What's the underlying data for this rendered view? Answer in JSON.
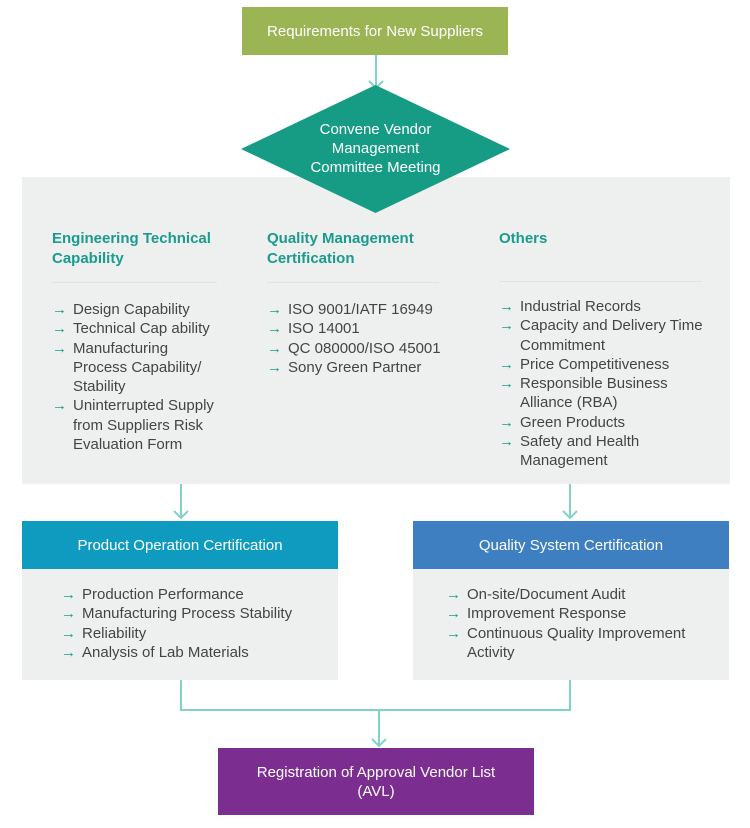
{
  "colors": {
    "start": "#9bb555",
    "diamond": "#169c85",
    "panel": "#eef0ef",
    "teal_box": "#0f9bbf",
    "blue_box": "#3e7fc1",
    "purple_box": "#7b2e8f",
    "connector": "#82d3c6",
    "accent_text": "#1a9b8d"
  },
  "nodes": {
    "start": "Requirements for New Suppliers",
    "decision_lines": [
      "Convene Vendor",
      "Management",
      "Committee Meeting"
    ],
    "product_cert": "Product Operation Certification",
    "quality_cert": "Quality System Certification",
    "end_lines": [
      "Registration of Approval Vendor List",
      "(AVL)"
    ]
  },
  "columns": [
    {
      "title_lines": [
        "Engineering Technical",
        "Capability"
      ],
      "items": [
        [
          "Design Capability"
        ],
        [
          "Technical Cap ability"
        ],
        [
          "Manufacturing",
          "Process Capability/",
          "Stability"
        ],
        [
          "Uninterrupted Supply",
          "from Suppliers Risk",
          "Evaluation Form"
        ]
      ]
    },
    {
      "title_lines": [
        "Quality Management",
        "Certification"
      ],
      "items": [
        [
          "ISO 9001/IATF 16949"
        ],
        [
          "ISO 14001"
        ],
        [
          "QC 080000/ISO 45001"
        ],
        [
          "Sony Green Partner"
        ]
      ]
    },
    {
      "title_lines": [
        "Others"
      ],
      "items": [
        [
          "Industrial Records"
        ],
        [
          "Capacity and Delivery Time",
          "Commitment"
        ],
        [
          "Price Competitiveness"
        ],
        [
          "Responsible Business",
          "Alliance (RBA)"
        ],
        [
          "Green Products"
        ],
        [
          "Safety and Health",
          "Management"
        ]
      ]
    }
  ],
  "product_items": [
    "Production Performance",
    "Manufacturing Process Stability",
    "Reliability",
    "Analysis of Lab Materials"
  ],
  "quality_items": [
    [
      "On-site/Document Audit"
    ],
    [
      "Improvement Response"
    ],
    [
      "Continuous Quality Improvement",
      "Activity"
    ]
  ],
  "bullet_glyph": "→"
}
